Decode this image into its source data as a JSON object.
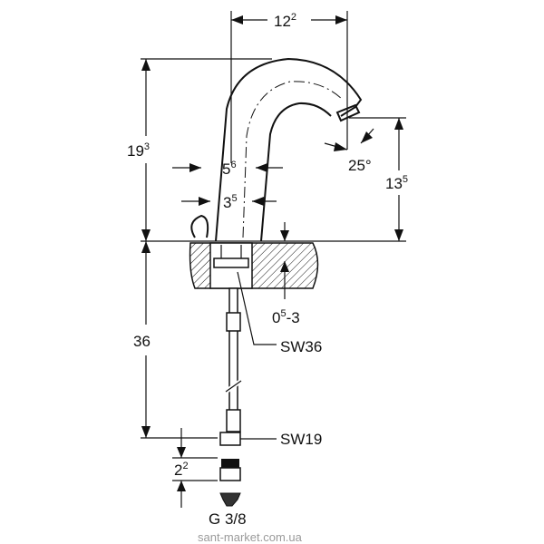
{
  "dimensions": {
    "spout_reach": {
      "base": "12",
      "sup": "2"
    },
    "total_height": {
      "base": "19",
      "sup": "3"
    },
    "outlet_height": {
      "base": "13",
      "sup": "5"
    },
    "outlet_angle": "25°",
    "body_width": {
      "base": "5",
      "sup": "6"
    },
    "hole_width": {
      "base": "3",
      "sup": "5"
    },
    "deck_thickness": {
      "base": "0",
      "sup": "5",
      "tail": "-3"
    },
    "hose_length": "36",
    "adapter_length": {
      "base": "2",
      "sup": "2"
    }
  },
  "callouts": {
    "nut_large": "SW36",
    "nut_small": "SW19",
    "thread": "G 3/8"
  },
  "watermark": "sant-market.com.ua"
}
